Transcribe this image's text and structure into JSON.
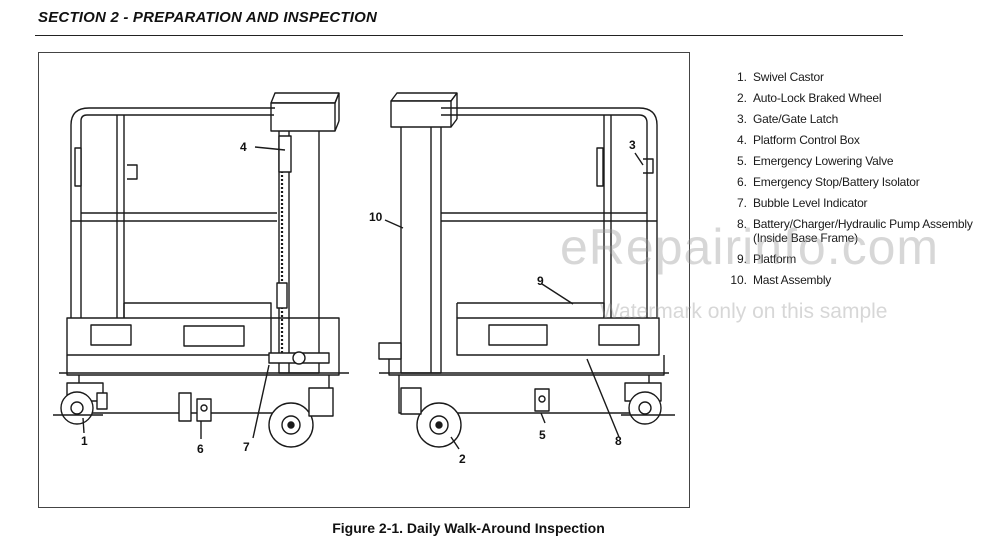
{
  "header": {
    "section_title": "SECTION 2 - PREPARATION AND INSPECTION"
  },
  "figure": {
    "caption": "Figure 2-1. Daily Walk-Around Inspection",
    "callouts": [
      "1",
      "2",
      "3",
      "4",
      "5",
      "6",
      "7",
      "8",
      "9",
      "10"
    ]
  },
  "parts": [
    {
      "num": "1.",
      "label": "Swivel Castor"
    },
    {
      "num": "2.",
      "label": "Auto-Lock Braked Wheel"
    },
    {
      "num": "3.",
      "label": "Gate/Gate Latch"
    },
    {
      "num": "4.",
      "label": "Platform Control Box"
    },
    {
      "num": "5.",
      "label": "Emergency Lowering Valve"
    },
    {
      "num": "6.",
      "label": "Emergency Stop/Battery Isolator"
    },
    {
      "num": "7.",
      "label": "Bubble Level Indicator"
    },
    {
      "num": "8.",
      "label": "Battery/Charger/Hydraulic Pump Assembly (Inside Base Frame)"
    },
    {
      "num": "9.",
      "label": "Platform"
    },
    {
      "num": "10.",
      "label": "Mast Assembly"
    }
  ],
  "watermark": {
    "main": "eRepairinfo.com",
    "sub": "Watermark only on this sample"
  }
}
